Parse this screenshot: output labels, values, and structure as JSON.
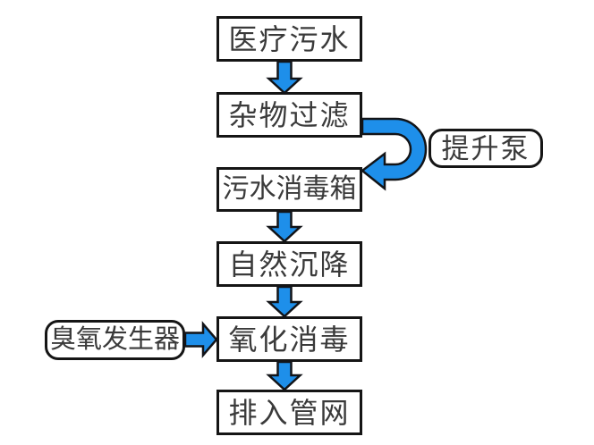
{
  "diagram": {
    "type": "flowchart",
    "background": "#ffffff",
    "nodes": {
      "medical_wastewater": "医疗污水",
      "debris_filtration": "杂物过滤",
      "sewage_disinfection_tank": "污水消毒箱",
      "natural_sedimentation": "自然沉降",
      "oxidation_disinfection": "氧化消毒",
      "discharge_to_pipe_network": "排入管网",
      "lift_pump": "提升泵",
      "ozone_generator": "臭氧发生器"
    },
    "edges": [
      {
        "from": "医疗污水",
        "to": "杂物过滤",
        "arrow": "down-block-arrow"
      },
      {
        "from": "杂物过滤",
        "to": "污水消毒箱",
        "via": "提升泵",
        "arrow": "u-turn-block-arrow"
      },
      {
        "from": "污水消毒箱",
        "to": "自然沉降",
        "arrow": "down-block-arrow"
      },
      {
        "from": "自然沉降",
        "to": "氧化消毒",
        "arrow": "down-block-arrow"
      },
      {
        "from": "臭氧发生器",
        "to": "氧化消毒",
        "arrow": "right-block-arrow"
      },
      {
        "from": "氧化消毒",
        "to": "排入管网",
        "arrow": "down-block-arrow"
      }
    ],
    "colors": {
      "arrow_fill": "#1e8fea",
      "arrow_outline": "#121418",
      "box_border": "#151515",
      "box_fill": "#ffffff",
      "text": "#3a3a3a"
    }
  }
}
